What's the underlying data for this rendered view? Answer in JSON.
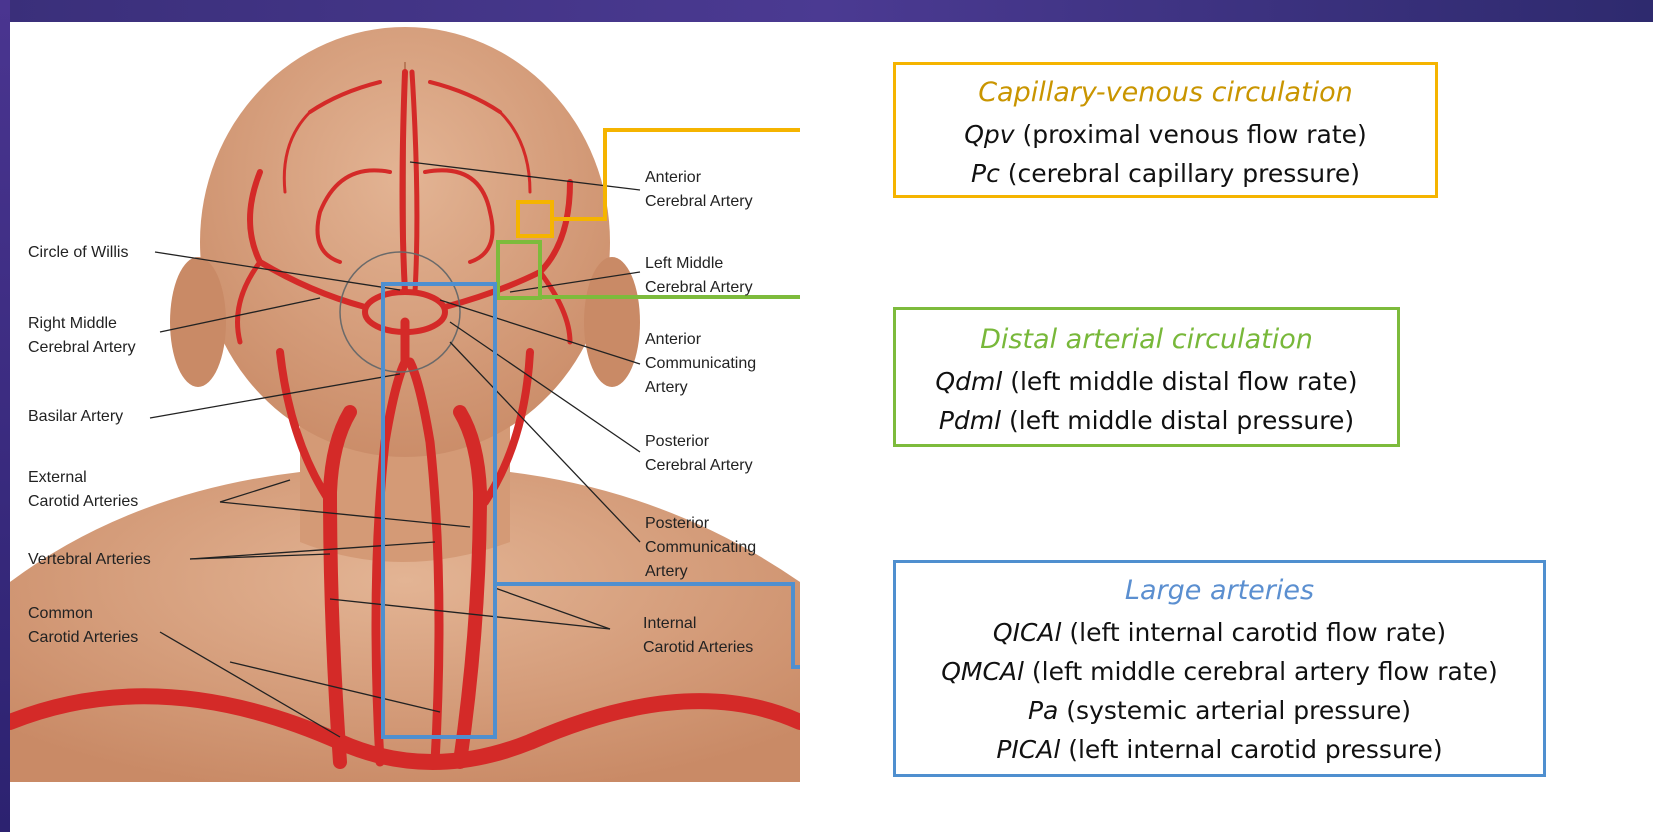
{
  "anatomy_labels": {
    "anterior_cerebral_artery": "Anterior\nCerebral Artery",
    "circle_of_willis": "Circle of Willis",
    "left_middle_cerebral_artery": "Left Middle\nCerebral Artery",
    "right_middle_cerebral_artery": "Right Middle\nCerebral Artery",
    "anterior_communicating_artery": "Anterior\nCommunicating\nArtery",
    "basilar_artery": "Basilar Artery",
    "posterior_cerebral_artery": "Posterior\nCerebral Artery",
    "external_carotid_arteries": "External\nCarotid Arteries",
    "posterior_communicating_artery": "Posterior\nCommunicating\nArtery",
    "vertebral_arteries": "Vertebral Arteries",
    "common_carotid_arteries": "Common\nCarotid Arteries",
    "internal_carotid_arteries": "Internal\nCarotid Arteries"
  },
  "boxes": {
    "capillary": {
      "title": "Capillary-venous circulation",
      "color": "#f5b400",
      "title_color": "#c99500",
      "rows": [
        {
          "symbol": "Qpv",
          "desc": " (proximal venous flow rate)"
        },
        {
          "symbol": "Pc",
          "desc": " (cerebral capillary pressure)"
        }
      ]
    },
    "distal": {
      "title": "Distal arterial circulation",
      "color": "#7dbb3c",
      "title_color": "#78b83a",
      "rows": [
        {
          "symbol": "Qdml",
          "desc": " (left middle distal flow rate)"
        },
        {
          "symbol": "Pdml",
          "desc": " (left middle distal pressure)"
        }
      ]
    },
    "large": {
      "title": "Large arteries",
      "color": "#4f8fcf",
      "title_color": "#5b8fd0",
      "rows": [
        {
          "symbol": "QICAl",
          "desc": " (left internal carotid flow rate)"
        },
        {
          "symbol": "QMCAl",
          "desc": " (left middle cerebral artery flow rate)"
        },
        {
          "symbol": "Pa",
          "desc": " (systemic arterial pressure)"
        },
        {
          "symbol": "PICAl",
          "desc": " (left internal carotid pressure)"
        }
      ]
    }
  },
  "colors": {
    "skin": "#d9a07e",
    "artery": "#d42a28",
    "frame": "#3a2f7a"
  }
}
